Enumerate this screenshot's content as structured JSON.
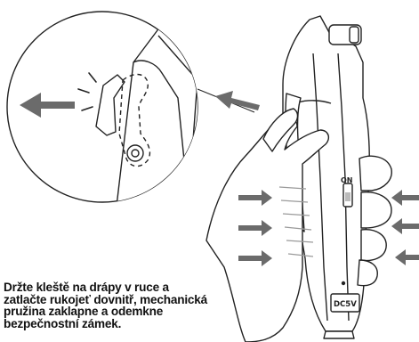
{
  "labels": {
    "on": "ON",
    "dc": "DC5V"
  },
  "caption": {
    "line1": "Držte kleště na drápy v ruce a",
    "line2": "zatlačte rukojeť dovnitř, mechanická",
    "line3": "pružina zaklapne a odemkne",
    "line4": "bezpečnostní zámek."
  },
  "colors": {
    "line": "#222222",
    "arrow": "#6b6b6b",
    "grip": "#d9d9d9"
  }
}
